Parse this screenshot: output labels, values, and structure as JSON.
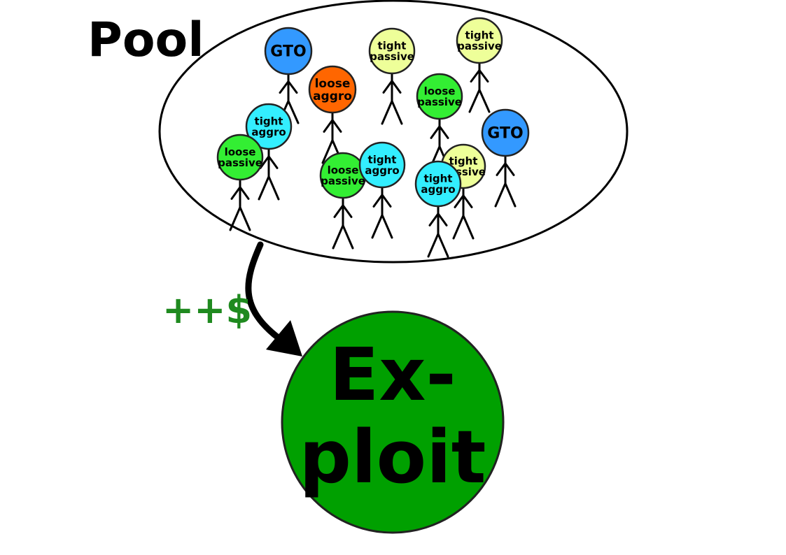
{
  "diagram": {
    "pool_title": "Pool",
    "money_label": "++$",
    "exploit": {
      "line1": "Ex-",
      "line2": "ploit",
      "fill": "#00a000"
    },
    "colors": {
      "GTO": "#3399ff",
      "tight aggro": "#33eeff",
      "loose passive": "#33ee33",
      "loose aggro": "#ff6600",
      "tight passive": "#eeff99"
    },
    "players": [
      {
        "lines": [
          "GTO"
        ],
        "type": "GTO"
      },
      {
        "lines": [
          "tight",
          "passive"
        ],
        "type": "tight passive"
      },
      {
        "lines": [
          "tight",
          "passive"
        ],
        "type": "tight passive"
      },
      {
        "lines": [
          "loose",
          "aggro"
        ],
        "type": "loose aggro"
      },
      {
        "lines": [
          "loose",
          "passive"
        ],
        "type": "loose passive"
      },
      {
        "lines": [
          "GTO"
        ],
        "type": "GTO"
      },
      {
        "lines": [
          "tight",
          "aggro"
        ],
        "type": "tight aggro"
      },
      {
        "lines": [
          "loose",
          "passive"
        ],
        "type": "loose passive"
      },
      {
        "lines": [
          "tight",
          "passive"
        ],
        "type": "tight passive"
      },
      {
        "lines": [
          "loose",
          "passive"
        ],
        "type": "loose passive"
      },
      {
        "lines": [
          "tight",
          "aggro"
        ],
        "type": "tight aggro"
      },
      {
        "lines": [
          "tight",
          "aggro"
        ],
        "type": "tight aggro"
      }
    ]
  }
}
